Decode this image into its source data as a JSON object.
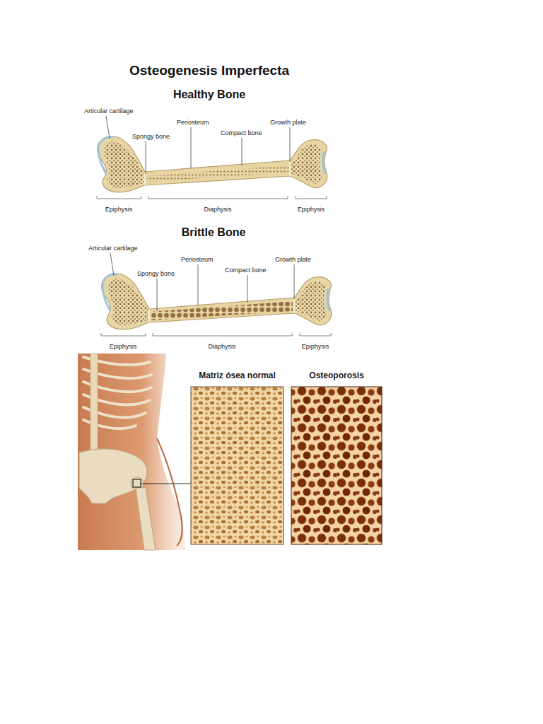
{
  "diagram": {
    "title": "Osteogenesis Imperfecta",
    "nodes": [
      {
        "text": [
          "Matriz ósea normal"
        ]
      },
      {
        "text": [
          "Osteoporosis"
        ]
      }
    ],
    "labels": [
      "Healthy Bone",
      "Articular cartilage",
      "Spongy bone",
      "Periosteum",
      "Compact bone",
      "Growth plate",
      "Epiphysis",
      "Diaphysis",
      "Epiphysis",
      "Brittle Bone",
      "Articular cartilage",
      "Spongy bone",
      "Periosteum",
      "Compact bone",
      "Growth plate",
      "Epiphysis",
      "Diaphysis",
      "Epiphysis"
    ]
  }
}
